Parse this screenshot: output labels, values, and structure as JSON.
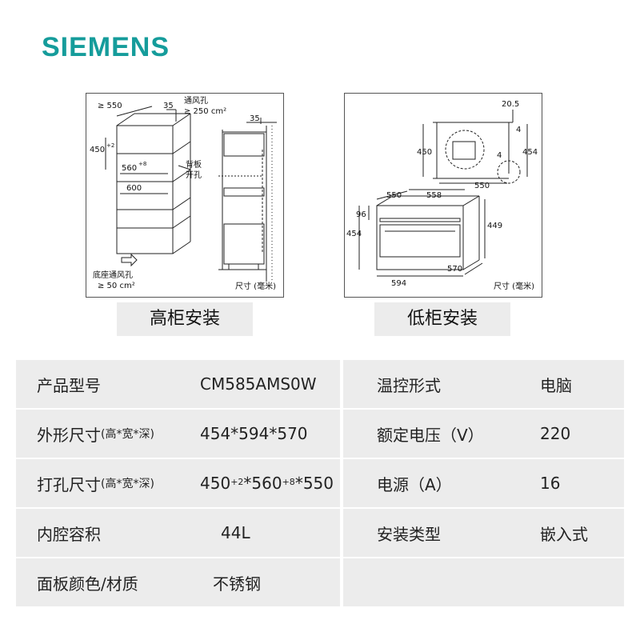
{
  "brand": "SIEMENS",
  "diagrams": {
    "tall": {
      "caption": "高柜安装",
      "labels": {
        "w550": "≥ 550",
        "d35": "35",
        "vent": "通风孔",
        "vent_area": "≥ 250 cm²",
        "h450": "450",
        "h450_tol": "+2",
        "w560": "560",
        "w560_tol": "+8",
        "w600": "600",
        "back": "背板",
        "hole": "开孔",
        "side35": "35",
        "base_vent": "底座通风孔",
        "base_area": "≥ 50 cm²",
        "unit": "尺寸 (毫米)"
      }
    },
    "low": {
      "caption": "低柜安装",
      "labels": {
        "d20_5": "20.5",
        "d4a": "4",
        "d450": "450",
        "d454r": "454",
        "d4b": "4",
        "d550": "550",
        "w550": "550",
        "w558": "558",
        "h96": "96",
        "h449": "449",
        "h454": "454",
        "d570": "570",
        "w594": "594",
        "unit": "尺寸 (毫米)"
      }
    }
  },
  "specs": {
    "model_label": "产品型号",
    "model_value": "CM585AMS0W",
    "temp_label": "温控形式",
    "temp_value": "电脑",
    "size_label": "外形尺寸",
    "size_label_sub": "(高*宽*深)",
    "size_value": "454*594*570",
    "voltage_label": "额定电压（V）",
    "voltage_value": "220",
    "cutout_label": "打孔尺寸",
    "cutout_label_sub": "(高*宽*深)",
    "cutout_h": "450",
    "cutout_h_tol": "+2",
    "cutout_star1": "*560",
    "cutout_w_tol": "+8",
    "cutout_star2": "*550",
    "power_label": "电源（A）",
    "power_value": "16",
    "cavity_label": "内腔容积",
    "cavity_value": "44L",
    "install_label": "安装类型",
    "install_value": "嵌入式",
    "panel_label": "面板颜色/材质",
    "panel_value": "不锈钢"
  }
}
